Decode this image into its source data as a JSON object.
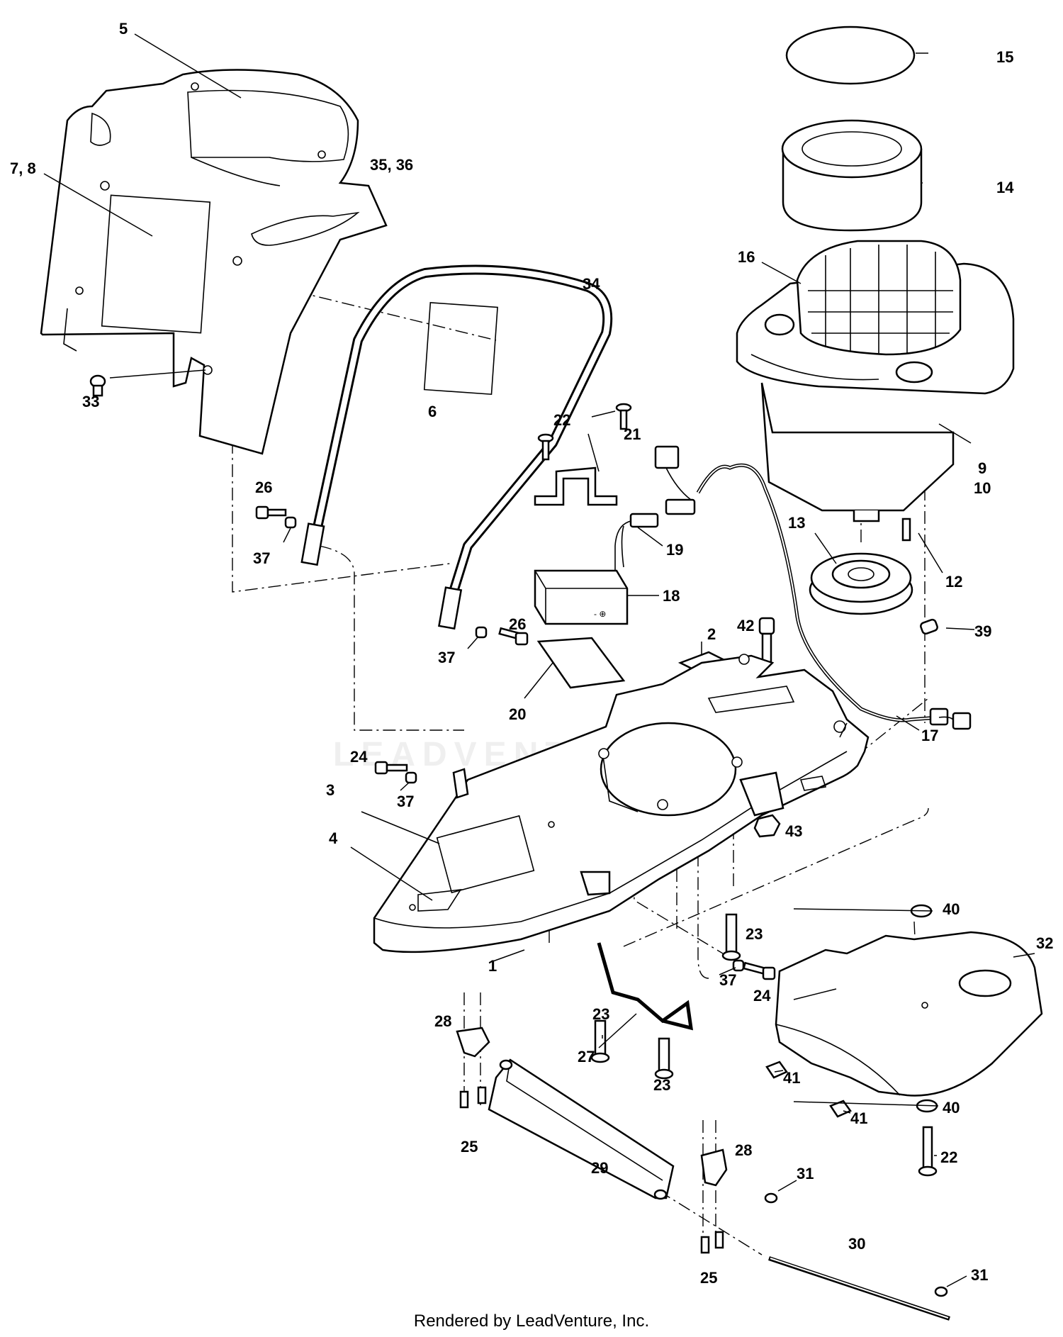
{
  "callouts": [
    {
      "id": "c1",
      "label": "1"
    },
    {
      "id": "c2",
      "label": "2"
    },
    {
      "id": "c3",
      "label": "3"
    },
    {
      "id": "c4",
      "label": "4"
    },
    {
      "id": "c5",
      "label": "5"
    },
    {
      "id": "c6",
      "label": "6"
    },
    {
      "id": "c7",
      "label": "7, 8"
    },
    {
      "id": "c9",
      "label": "9"
    },
    {
      "id": "c10",
      "label": "10"
    },
    {
      "id": "c12",
      "label": "12"
    },
    {
      "id": "c13",
      "label": "13"
    },
    {
      "id": "c14",
      "label": "14"
    },
    {
      "id": "c15",
      "label": "15"
    },
    {
      "id": "c16",
      "label": "16"
    },
    {
      "id": "c17",
      "label": "17"
    },
    {
      "id": "c18",
      "label": "18"
    },
    {
      "id": "c19",
      "label": "19"
    },
    {
      "id": "c20",
      "label": "20"
    },
    {
      "id": "c21",
      "label": "21"
    },
    {
      "id": "c22a",
      "label": "22"
    },
    {
      "id": "c22b",
      "label": "22"
    },
    {
      "id": "c23a",
      "label": "23"
    },
    {
      "id": "c23b",
      "label": "23"
    },
    {
      "id": "c23c",
      "label": "23"
    },
    {
      "id": "c24a",
      "label": "24"
    },
    {
      "id": "c24b",
      "label": "24"
    },
    {
      "id": "c25a",
      "label": "25"
    },
    {
      "id": "c25b",
      "label": "25"
    },
    {
      "id": "c26a",
      "label": "26"
    },
    {
      "id": "c26b",
      "label": "26"
    },
    {
      "id": "c27",
      "label": "27"
    },
    {
      "id": "c28a",
      "label": "28"
    },
    {
      "id": "c28b",
      "label": "28"
    },
    {
      "id": "c29",
      "label": "29"
    },
    {
      "id": "c30",
      "label": "30"
    },
    {
      "id": "c31a",
      "label": "31"
    },
    {
      "id": "c31b",
      "label": "31"
    },
    {
      "id": "c32",
      "label": "32"
    },
    {
      "id": "c33",
      "label": "33"
    },
    {
      "id": "c34",
      "label": "34"
    },
    {
      "id": "c35",
      "label": "35, 36"
    },
    {
      "id": "c37a",
      "label": "37"
    },
    {
      "id": "c37b",
      "label": "37"
    },
    {
      "id": "c37c",
      "label": "37"
    },
    {
      "id": "c37d",
      "label": "37"
    },
    {
      "id": "c39",
      "label": "39"
    },
    {
      "id": "c40a",
      "label": "40"
    },
    {
      "id": "c40b",
      "label": "40"
    },
    {
      "id": "c41a",
      "label": "41"
    },
    {
      "id": "c41b",
      "label": "41"
    },
    {
      "id": "c42",
      "label": "42"
    },
    {
      "id": "c43",
      "label": "43"
    }
  ],
  "watermark": "LEADVENTURE",
  "footer": "Rendered by LeadVenture, Inc."
}
